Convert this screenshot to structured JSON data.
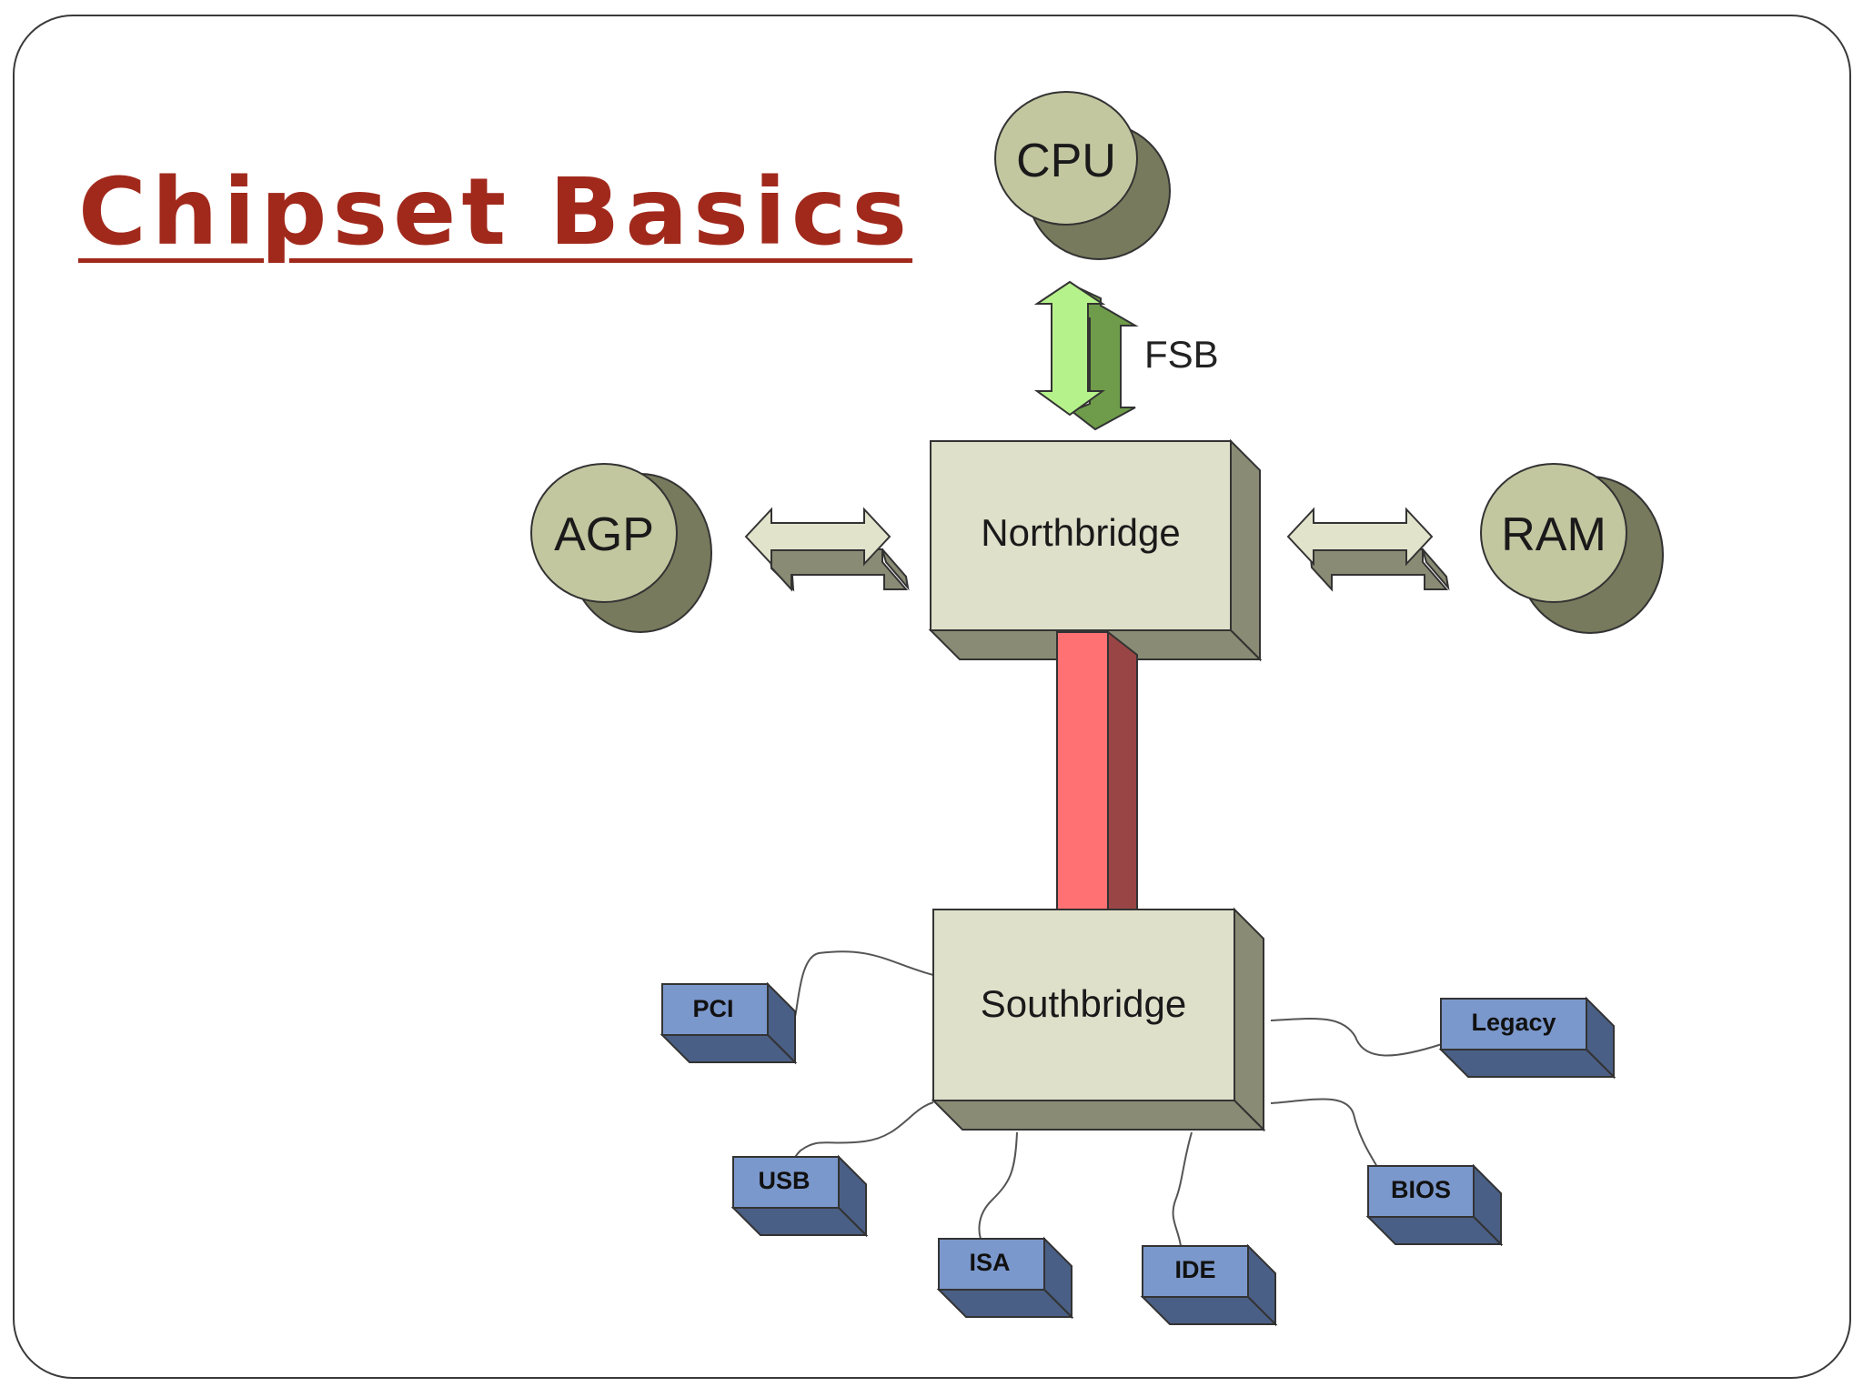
{
  "slide": {
    "title": "Chipset Basics"
  },
  "diagram": {
    "cpu_label": "CPU",
    "fsb_label": "FSB",
    "agp_label": "AGP",
    "ram_label": "RAM",
    "northbridge_label": "Northbridge",
    "southbridge_label": "Southbridge",
    "peripherals": {
      "pci": "PCI",
      "usb": "USB",
      "isa": "ISA",
      "ide": "IDE",
      "bios": "BIOS",
      "legacy": "Legacy"
    }
  },
  "colors": {
    "title": "#a1291c",
    "chip_face": "#dfe0ca",
    "chip_side": "#8a8b74",
    "disc_top": "#c3c7a0",
    "disc_side": "#777a5c",
    "peripheral_face": "#7b98cc",
    "peripheral_side": "#4a5f85",
    "fsb_arrow": "#b6f28b",
    "fsb_arrow_dark": "#6e9c4a",
    "link_bar": "#ff7173",
    "link_bar_dark": "#9a4545",
    "side_arrow": "#e2e3cb"
  }
}
